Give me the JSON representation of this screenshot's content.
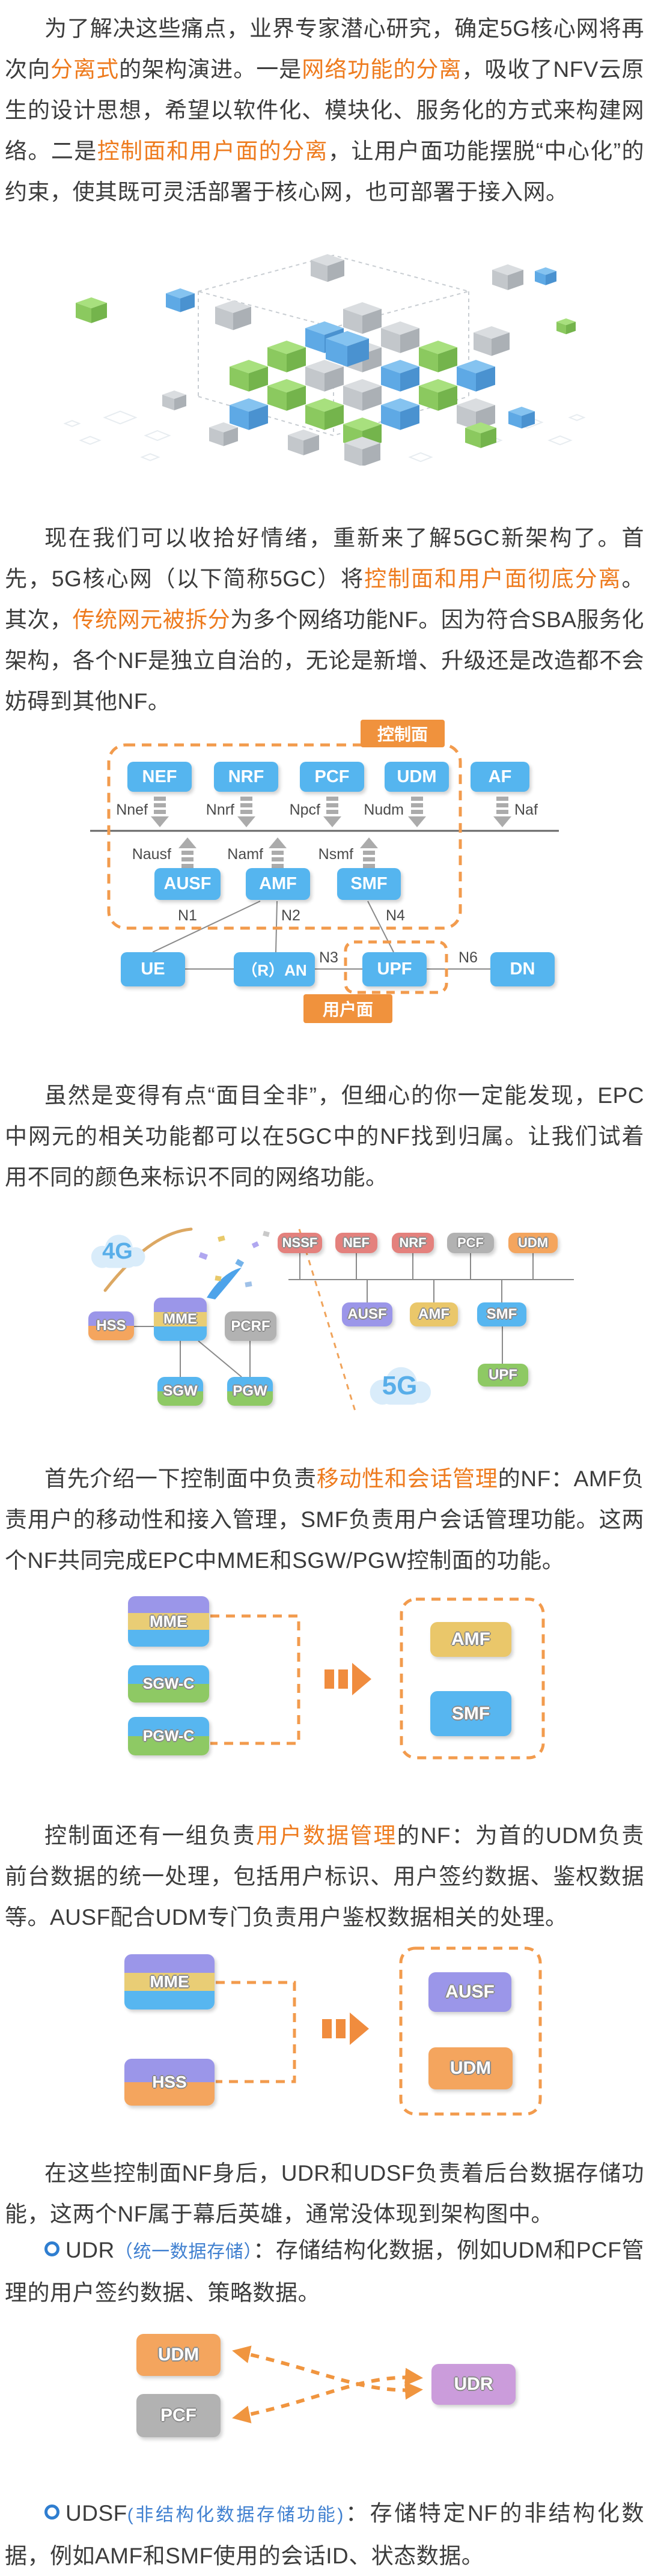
{
  "article": {
    "p1": [
      {
        "t": "为了解决这些痛点，业界专家潜心研究，确定5G核心网将再次向",
        "c": "dark"
      },
      {
        "t": "分离式",
        "c": "orange"
      },
      {
        "t": "的架构演进。一是",
        "c": "dark"
      },
      {
        "t": "网络功能的分离",
        "c": "orange"
      },
      {
        "t": "，吸收了NFV云原生的设计思想，希望以软件化、模块化、服务化的方式来构建网络。二是",
        "c": "dark"
      },
      {
        "t": "控制面和用户面的分离",
        "c": "orange"
      },
      {
        "t": "，让用户面功能摆脱“中心化”的约束，使其既可灵活部署于核心网，也可部署于接入网。",
        "c": "dark"
      }
    ],
    "p2": [
      {
        "t": "现在我们可以收拾好情绪，重新来了解5GC新架构了。首先，5G核心网（以下简称5GC）将",
        "c": "dark"
      },
      {
        "t": "控制面和用户面彻底分离",
        "c": "orange"
      },
      {
        "t": "。其次，",
        "c": "dark"
      },
      {
        "t": "传统网元被拆分",
        "c": "orange"
      },
      {
        "t": "为多个网络功能NF。因为符合SBA服务化架构，各个NF是独立自治的，无论是新增、升级还是改造都不会妨碍到其他NF。",
        "c": "dark"
      }
    ],
    "p3": [
      {
        "t": "虽然是变得有点“面目全非”，但细心的你一定能发现，EPC中网元的相关功能都可以在5GC中的NF找到归属。让我们试着用不同的颜色来标识不同的网络功能。",
        "c": "dark"
      }
    ],
    "p4": [
      {
        "t": "首先介绍一下控制面中负责",
        "c": "dark"
      },
      {
        "t": "移动性和会话管理",
        "c": "orange"
      },
      {
        "t": "的NF：AMF负责用户的移动性和接入管理，SMF负责用户会话管理功能。这两个NF共同完成EPC中MME和SGW/PGW控制面的功能。",
        "c": "dark"
      }
    ],
    "p5": [
      {
        "t": "控制面还有一组负责",
        "c": "dark"
      },
      {
        "t": "用户数据管理",
        "c": "orange"
      },
      {
        "t": "的NF：为首的UDM负责前台数据的统一处理，包括用户标识、用户签约数据、鉴权数据等。AUSF配合UDM专门负责用户鉴权数据相关的处理。",
        "c": "dark"
      }
    ],
    "p6": [
      {
        "t": "在这些控制面NF身后，UDR和UDSF负责着后台数据存储功能，这两个NF属于幕后英雄，通常没体现到架构图中。",
        "c": "dark"
      }
    ],
    "udr": [
      {
        "c": "bullet"
      },
      {
        "t": "UDR",
        "c": "dark"
      },
      {
        "t": "（统一数据存储）",
        "c": "anno"
      },
      {
        "t": "：存储结构化数据，例如UDM和PCF管理的用户签约数据、策略数据。",
        "c": "dark"
      }
    ],
    "udsf": [
      {
        "c": "bullet"
      },
      {
        "t": "UDSF",
        "c": "dark"
      },
      {
        "t": "(非结构化数据存储功能)",
        "c": "anno"
      },
      {
        "t": "：存储特定NF的非结构化数据，例如AMF和SMF使用的会话ID、状态数据。",
        "c": "dark"
      }
    ]
  },
  "colors": {
    "accent_orange": "#ee7b1e",
    "anno_blue": "#4080d0",
    "box_blue": "#55b5ef",
    "dash_orange": "#f29b4d",
    "salmon": "#e4817d",
    "gray": "#b2b2b2",
    "orange": "#f4a55e",
    "purple": "#9b96e9",
    "yellow": "#eac76a",
    "green": "#8ec964",
    "lavender": "#cb9cdb"
  },
  "d1": {
    "control_plane": "控制面",
    "user_plane": "用户面",
    "row1": [
      "NEF",
      "NRF",
      "PCF",
      "UDM"
    ],
    "af": "AF",
    "svc1": [
      "Nnef",
      "Nnrf",
      "Npcf",
      "Nudm"
    ],
    "naf": "Naf",
    "row2": [
      "AUSF",
      "AMF",
      "SMF"
    ],
    "svc2": [
      "Nausf",
      "Namf",
      "Nsmf"
    ],
    "bottom": [
      "UE",
      "（R）AN",
      "UPF",
      "DN"
    ],
    "n1": "N1",
    "n2": "N2",
    "n3": "N3",
    "n4": "N4",
    "n6": "N6"
  },
  "d2": {
    "cloud4g": "4G",
    "cloud5g": "5G",
    "hss": "HSS",
    "mme": "MME",
    "pcrf": "PCRF",
    "sgw": "SGW",
    "pgw": "PGW",
    "top": [
      "NSSF",
      "NEF",
      "NRF",
      "PCF",
      "UDM"
    ],
    "mid": [
      "AUSF",
      "AMF",
      "SMF"
    ],
    "upf": "UPF"
  },
  "d3": {
    "mme": "MME",
    "sgwc": "SGW-C",
    "pgwc": "PGW-C",
    "amf": "AMF",
    "smf": "SMF"
  },
  "d4": {
    "mme": "MME",
    "hss": "HSS",
    "ausf": "AUSF",
    "udm": "UDM"
  },
  "d5": {
    "udm": "UDM",
    "pcf": "PCF",
    "udr": "UDR"
  }
}
